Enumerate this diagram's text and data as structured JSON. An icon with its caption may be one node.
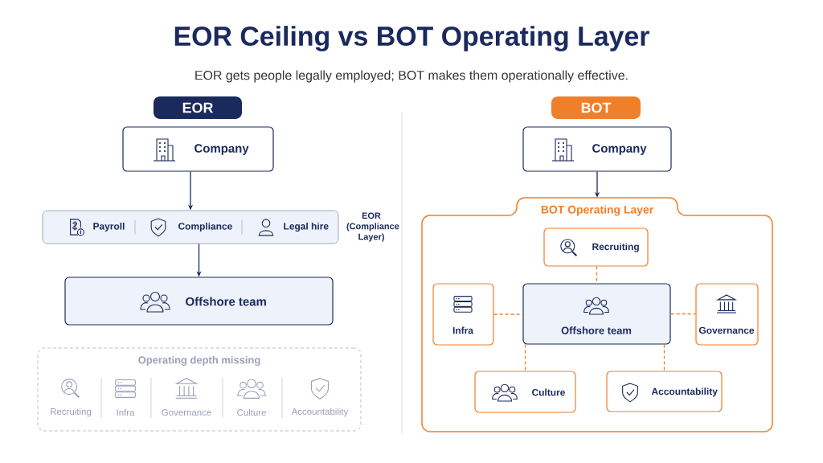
{
  "diagram": {
    "title": "EOR Ceiling vs BOT Operating Layer",
    "caption": "EOR gets people legally employed; BOT makes them operationally effective.",
    "nodes": [
      {
        "text": [
          "EOR"
        ]
      },
      {
        "text": [
          "Company"
        ]
      },
      {
        "text": [
          "Payroll",
          "Compliance",
          "Legal hire"
        ],
        "beside": [
          "EOR (Compliance Layer)"
        ]
      },
      {
        "text": [
          "Offshore team"
        ]
      },
      {
        "text": [
          "Operating depth missing",
          "Recruiting",
          "Infra",
          "Governance",
          "Culture",
          "Accountability"
        ]
      },
      {
        "text": [
          "BOT"
        ]
      },
      {
        "text": [
          "Company"
        ]
      },
      {
        "text": [
          "BOT Operating Layer"
        ]
      },
      {
        "text": [
          "Recruiting"
        ],
        "in": 7
      },
      {
        "text": [
          "Infra"
        ],
        "in": 7
      },
      {
        "text": [
          "Offshore team"
        ],
        "in": 7
      },
      {
        "text": [
          "Governance"
        ],
        "in": 7
      },
      {
        "text": [
          "Culture"
        ],
        "in": 7
      },
      {
        "text": [
          "Accountability"
        ],
        "in": 7
      }
    ],
    "edges": [
      {
        "from": 1,
        "to": 2,
        "arrow": "to",
        "color": "#1b2a5c"
      },
      {
        "from": 2,
        "to": 3,
        "arrow": "to",
        "color": "#1b2a5c"
      },
      {
        "from": 6,
        "to": 7,
        "arrow": "to",
        "color": "#1b2a5c"
      },
      {
        "from": 8,
        "to": 10,
        "arrow": "none",
        "style": "dashed"
      },
      {
        "from": 9,
        "to": 10,
        "arrow": "none",
        "style": "dashed"
      },
      {
        "from": 10,
        "to": 11,
        "arrow": "none",
        "style": "dashed"
      },
      {
        "from": 10,
        "to": 12,
        "arrow": "none",
        "style": "dashed"
      },
      {
        "from": 10,
        "to": 13,
        "arrow": "none",
        "style": "dashed"
      }
    ]
  }
}
